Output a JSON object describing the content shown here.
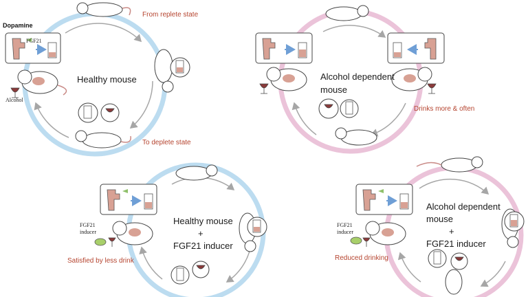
{
  "panel_top_left": {
    "dopamine_label": "Dopamine",
    "fgf21_label": "FGF21",
    "alcohol_label": "Alcohol",
    "center_title": "Healthy mouse",
    "from_state": "From replete state",
    "to_state": "To deplete state"
  },
  "panel_top_right": {
    "center_line1": "Alcohol dependent",
    "center_line2": "mouse",
    "note": "Drinks more & often"
  },
  "panel_bottom_left": {
    "center_line1": "Healthy mouse",
    "center_plus": "+",
    "center_line2": "FGF21 inducer",
    "inducer_line1": "FGF21",
    "inducer_line2": "inducer",
    "note": "Satisfied by less drink"
  },
  "panel_bottom_right": {
    "center_line1": "Alcohol dependent",
    "center_line2": "mouse",
    "center_plus": "+",
    "center_line3": "FGF21 inducer",
    "inducer_line1": "FGF21",
    "inducer_line2": "inducer",
    "note": "Reduced drinking"
  },
  "colors": {
    "healthy_ring": "#bcdcf0",
    "dependent_ring": "#ebc3d9",
    "note_text": "#b5442f",
    "liver": "#d8a194",
    "arrow_gray": "#a6a6a6"
  }
}
